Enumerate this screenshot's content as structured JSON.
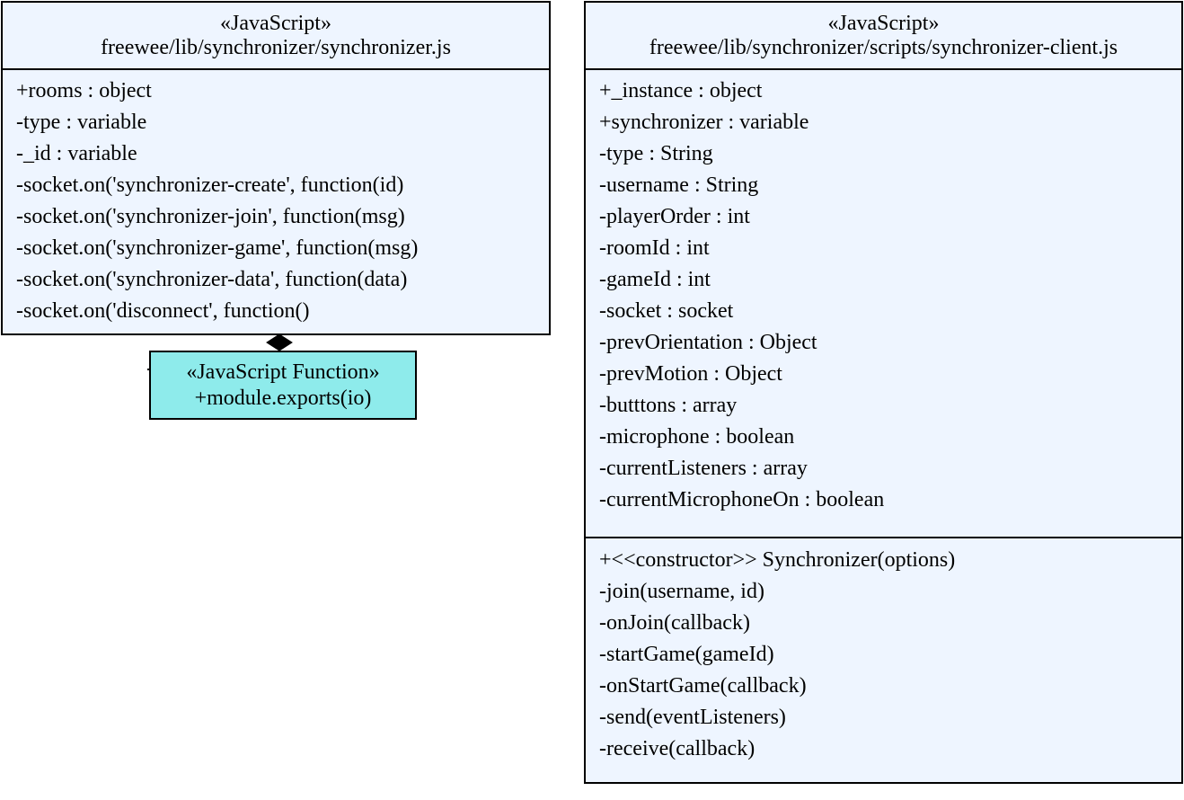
{
  "server_class": {
    "stereotype": "«JavaScript»",
    "path": "freewee/lib/synchronizer/synchronizer.js",
    "attributes": [
      "+rooms : object",
      "-type : variable",
      "-_id : variable",
      "-socket.on('synchronizer-create', function(id)",
      "-socket.on('synchronizer-join', function(msg)",
      "-socket.on('synchronizer-game', function(msg)",
      "-socket.on('synchronizer-data', function(data)",
      "-socket.on('disconnect', function()"
    ]
  },
  "client_class": {
    "stereotype": "«JavaScript»",
    "path": "freewee/lib/synchronizer/scripts/synchronizer-client.js",
    "attributes": [
      "+_instance : object",
      "+synchronizer : variable",
      "-type : String",
      "-username : String",
      "-playerOrder : int",
      "-roomId : int",
      "-gameId : int",
      "-socket : socket",
      "-prevOrientation : Object",
      "-prevMotion : Object",
      "-butttons : array",
      "-microphone : boolean",
      "-currentListeners : array",
      "-currentMicrophoneOn : boolean"
    ],
    "methods": [
      "+<<constructor>> Synchronizer(options)",
      "-join(username, id)",
      "-onJoin(callback)",
      "-startGame(gameId)",
      "-onStartGame(callback)",
      "-send(eventListeners)",
      "-receive(callback)"
    ]
  },
  "function_node": {
    "stereotype": "«JavaScript Function»",
    "signature": "+module.exports(io)"
  },
  "colors": {
    "class_fill": "#eef5ff",
    "function_fill": "#8eebeb",
    "stroke": "#000000"
  }
}
